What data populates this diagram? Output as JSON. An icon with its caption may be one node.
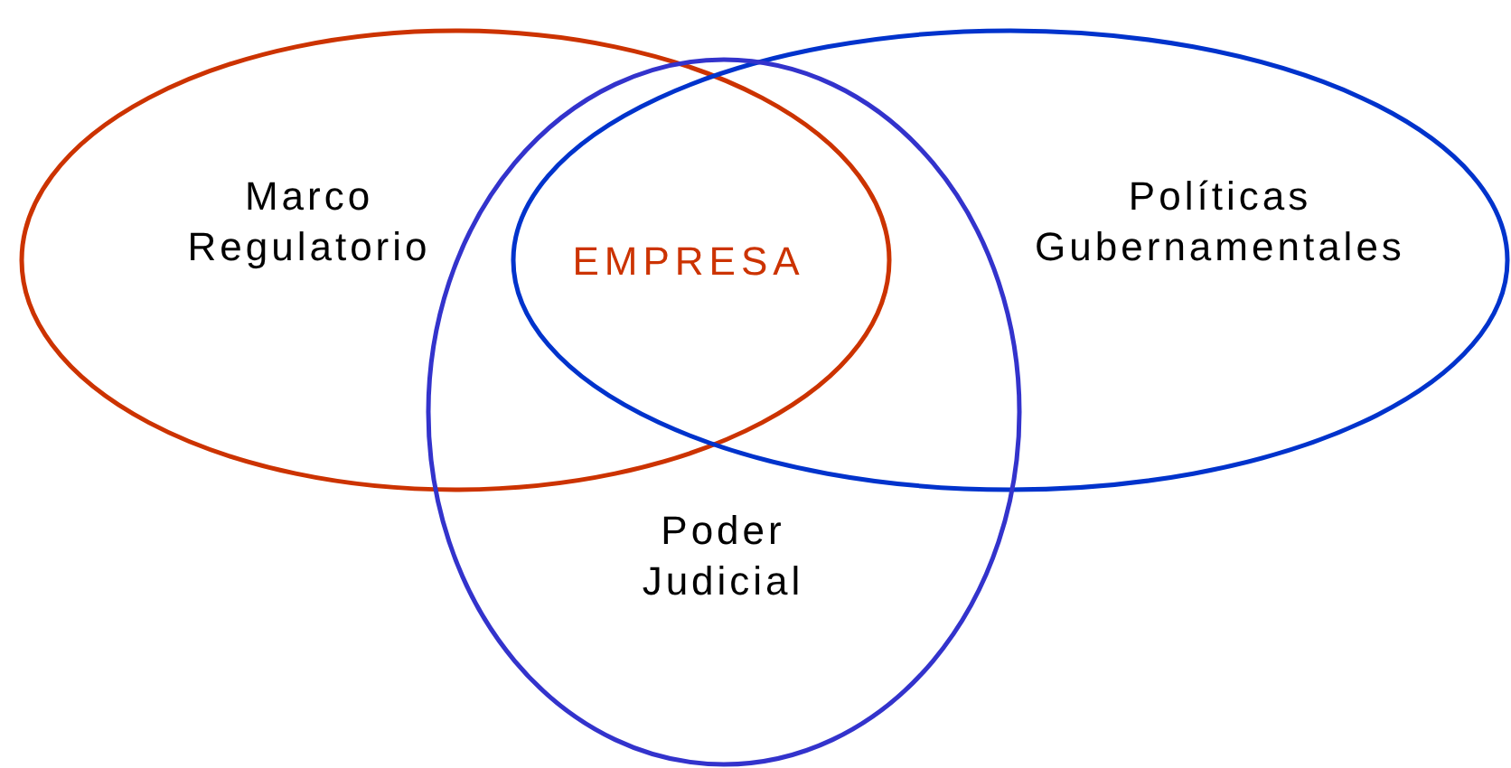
{
  "diagram": {
    "nodes": [
      {
        "text": [
          "Marco Regulatorio"
        ]
      },
      {
        "text": [
          "Políticas Gubernamentales"
        ]
      },
      {
        "text": [
          "Poder Judicial"
        ]
      }
    ],
    "labels": [
      "EMPRESA"
    ]
  }
}
